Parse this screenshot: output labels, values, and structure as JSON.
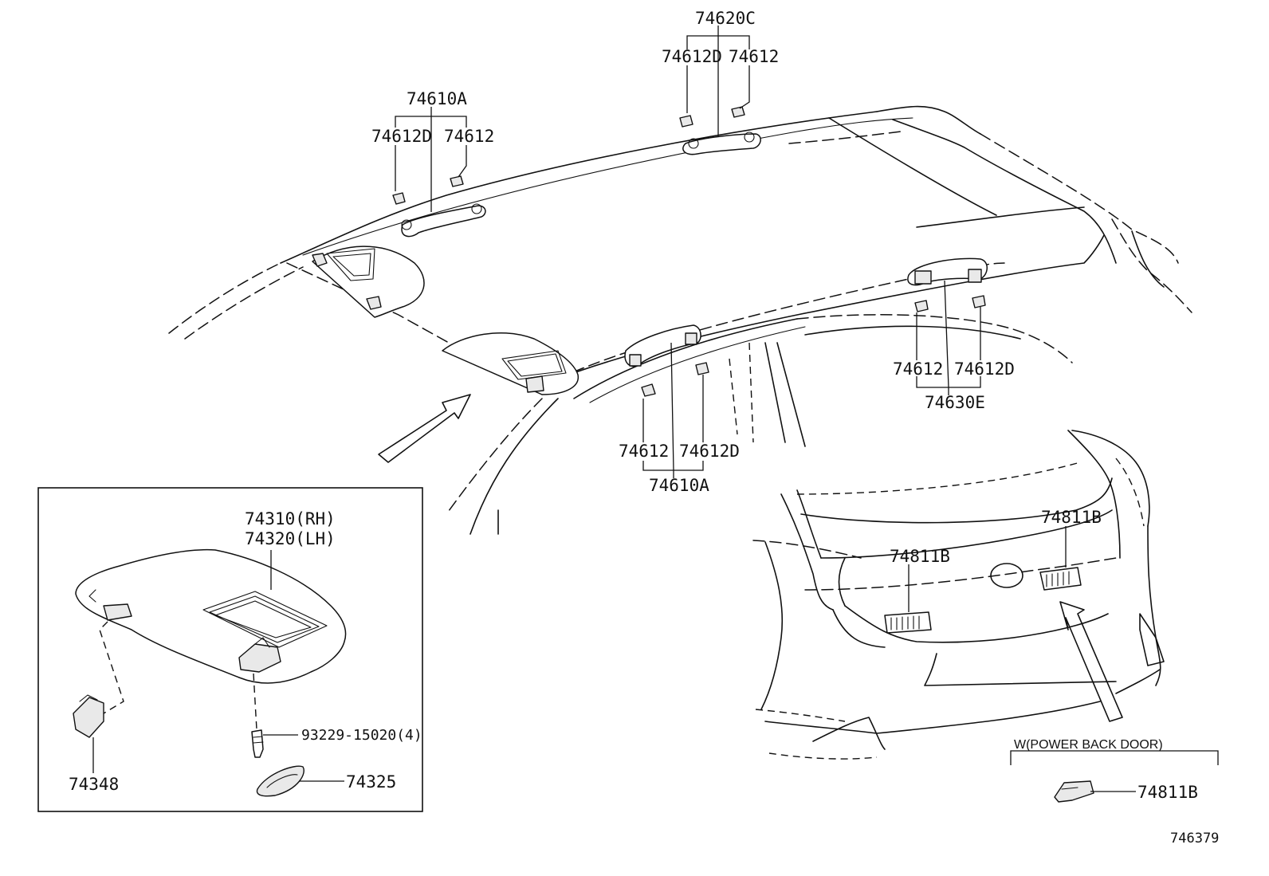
{
  "labels": {
    "l_74620C": "74620C",
    "l_74612D_top": "74612D",
    "l_74612_top": "74612",
    "l_74610A_left": "74610A",
    "l_74612D_left": "74612D",
    "l_74612_left": "74612",
    "l_74612_rear": "74612",
    "l_74612D_rear": "74612D",
    "l_74630E": "74630E",
    "l_74612_mid": "74612",
    "l_74612D_mid": "74612D",
    "l_74610A_mid": "74610A",
    "l_74310": "74310(RH)",
    "l_74320": "74320(LH)",
    "l_93229": "93229-15020(4)",
    "l_74348": "74348",
    "l_74325": "74325",
    "l_74811B_right": "74811B",
    "l_74811B_left": "74811B",
    "l_74811B_opt": "74811B",
    "l_power_back_door": "W(POWER BACK DOOR)",
    "l_drawing_id": "746379"
  }
}
